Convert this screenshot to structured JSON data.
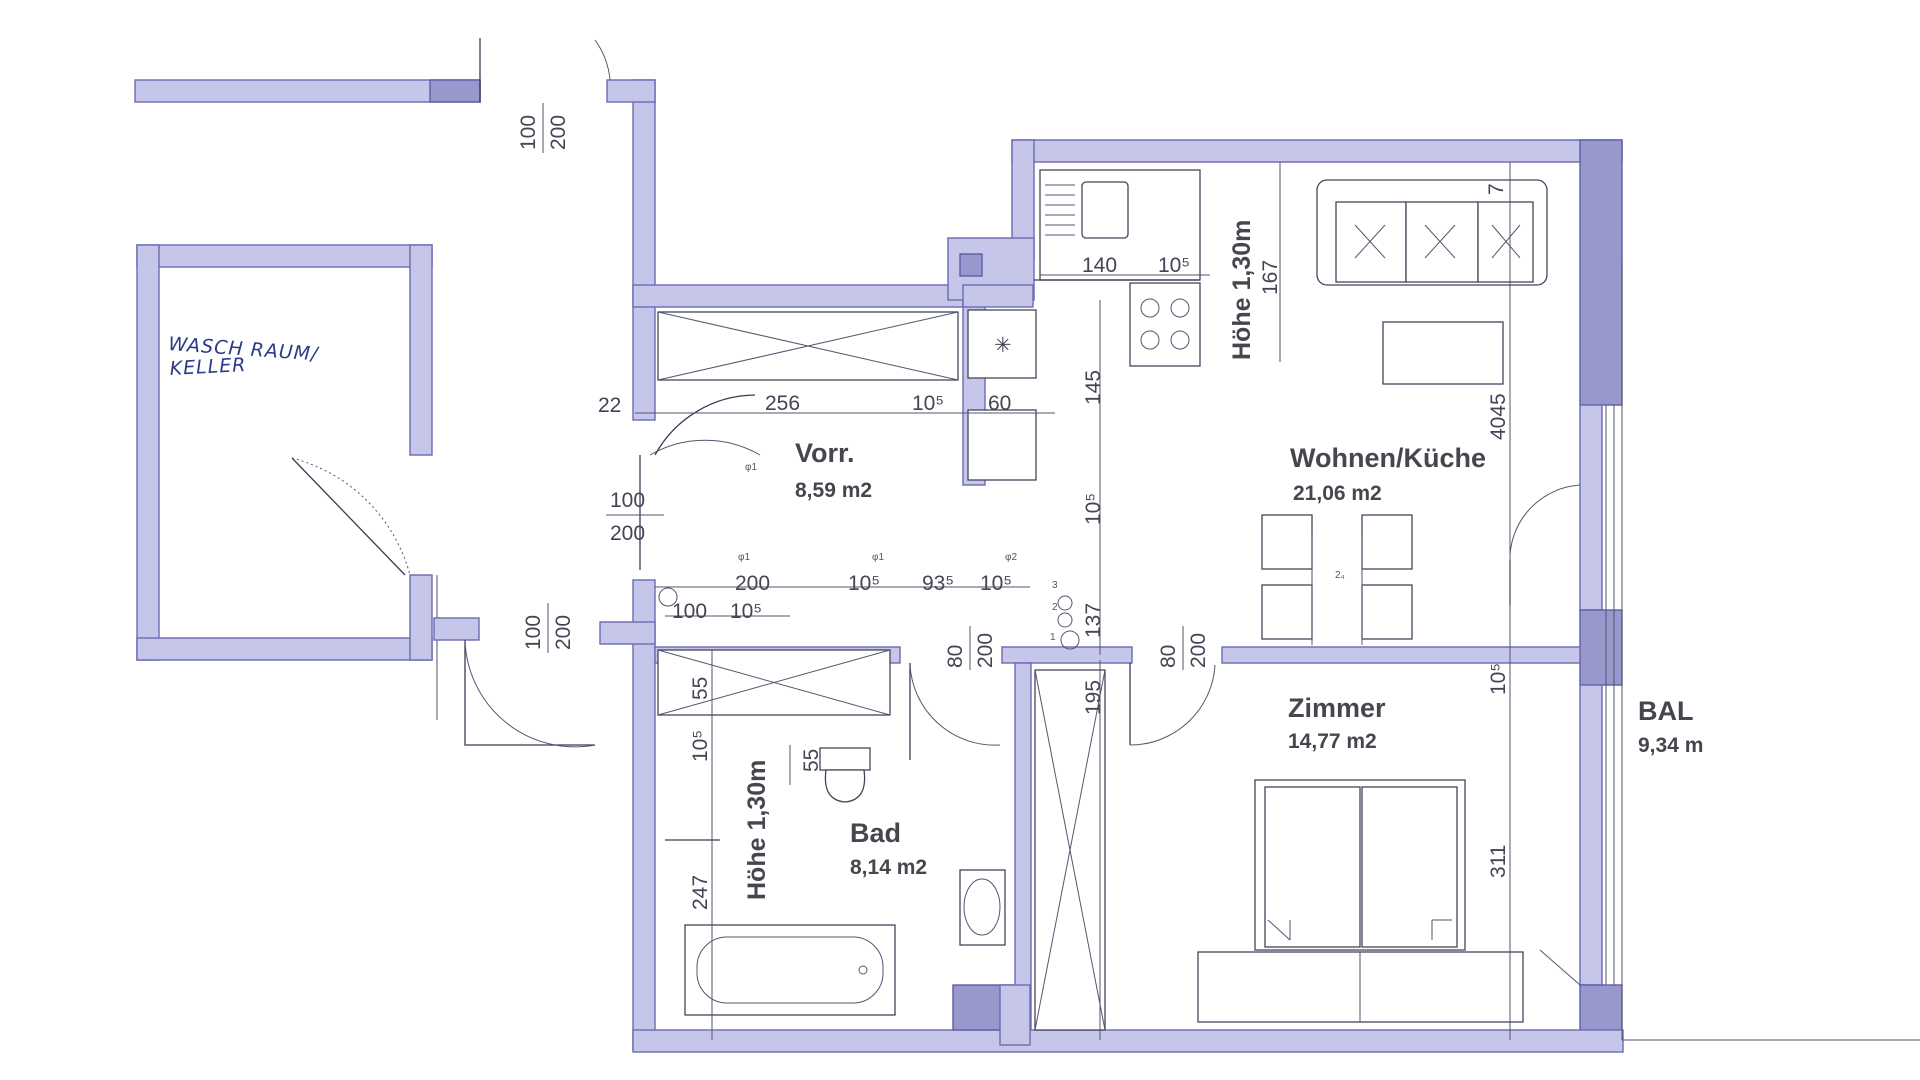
{
  "colors": {
    "wall": "#c6c6ea",
    "wall_dark": "#9898cc",
    "line": "#3a3a55",
    "handwriting": "#2c3a88",
    "label": "#46464e"
  },
  "rooms": {
    "waschraum": {
      "line1": "WASCH RAUM/",
      "line2": "KELLER"
    },
    "vorraum": {
      "name": "Vorr.",
      "area": "8,59 m2"
    },
    "wohnen": {
      "name": "Wohnen/Küche",
      "area": "21,06 m2"
    },
    "bad": {
      "name": "Bad",
      "area": "8,14 m2"
    },
    "zimmer": {
      "name": "Zimmer",
      "area": "14,77 m2"
    },
    "balkon": {
      "name": "BAL",
      "area": "9,34 m"
    }
  },
  "dimensions": {
    "door_top_num": "100",
    "door_top_den": "200",
    "door_mid_num": "100",
    "door_mid_den": "200",
    "door_entry_num": "100",
    "door_entry_den": "200",
    "door_bad_num": "80",
    "door_bad_den": "200",
    "door_zimmer_num": "80",
    "door_zimmer_den": "200",
    "d22": "22",
    "d256": "256",
    "d105_a": "10⁵",
    "d60": "60",
    "d145": "145",
    "d105_b": "10⁵",
    "d140": "140",
    "d105_c": "10⁵",
    "d167": "167",
    "d4045": "4045",
    "d200": "200",
    "d105_d": "10⁵",
    "d935": "93⁵",
    "d105_e": "10⁵",
    "d137": "137",
    "d100": "100",
    "d105_f": "10⁵",
    "d55_a": "55",
    "d105_g": "10⁵",
    "d55_b": "55",
    "d247": "247",
    "d195": "195",
    "d105_h": "10⁵",
    "d311": "311",
    "d7": "7",
    "hoehe_kitchen": "Höhe 1,30m",
    "hoehe_bad": "Höhe 1,30m"
  }
}
